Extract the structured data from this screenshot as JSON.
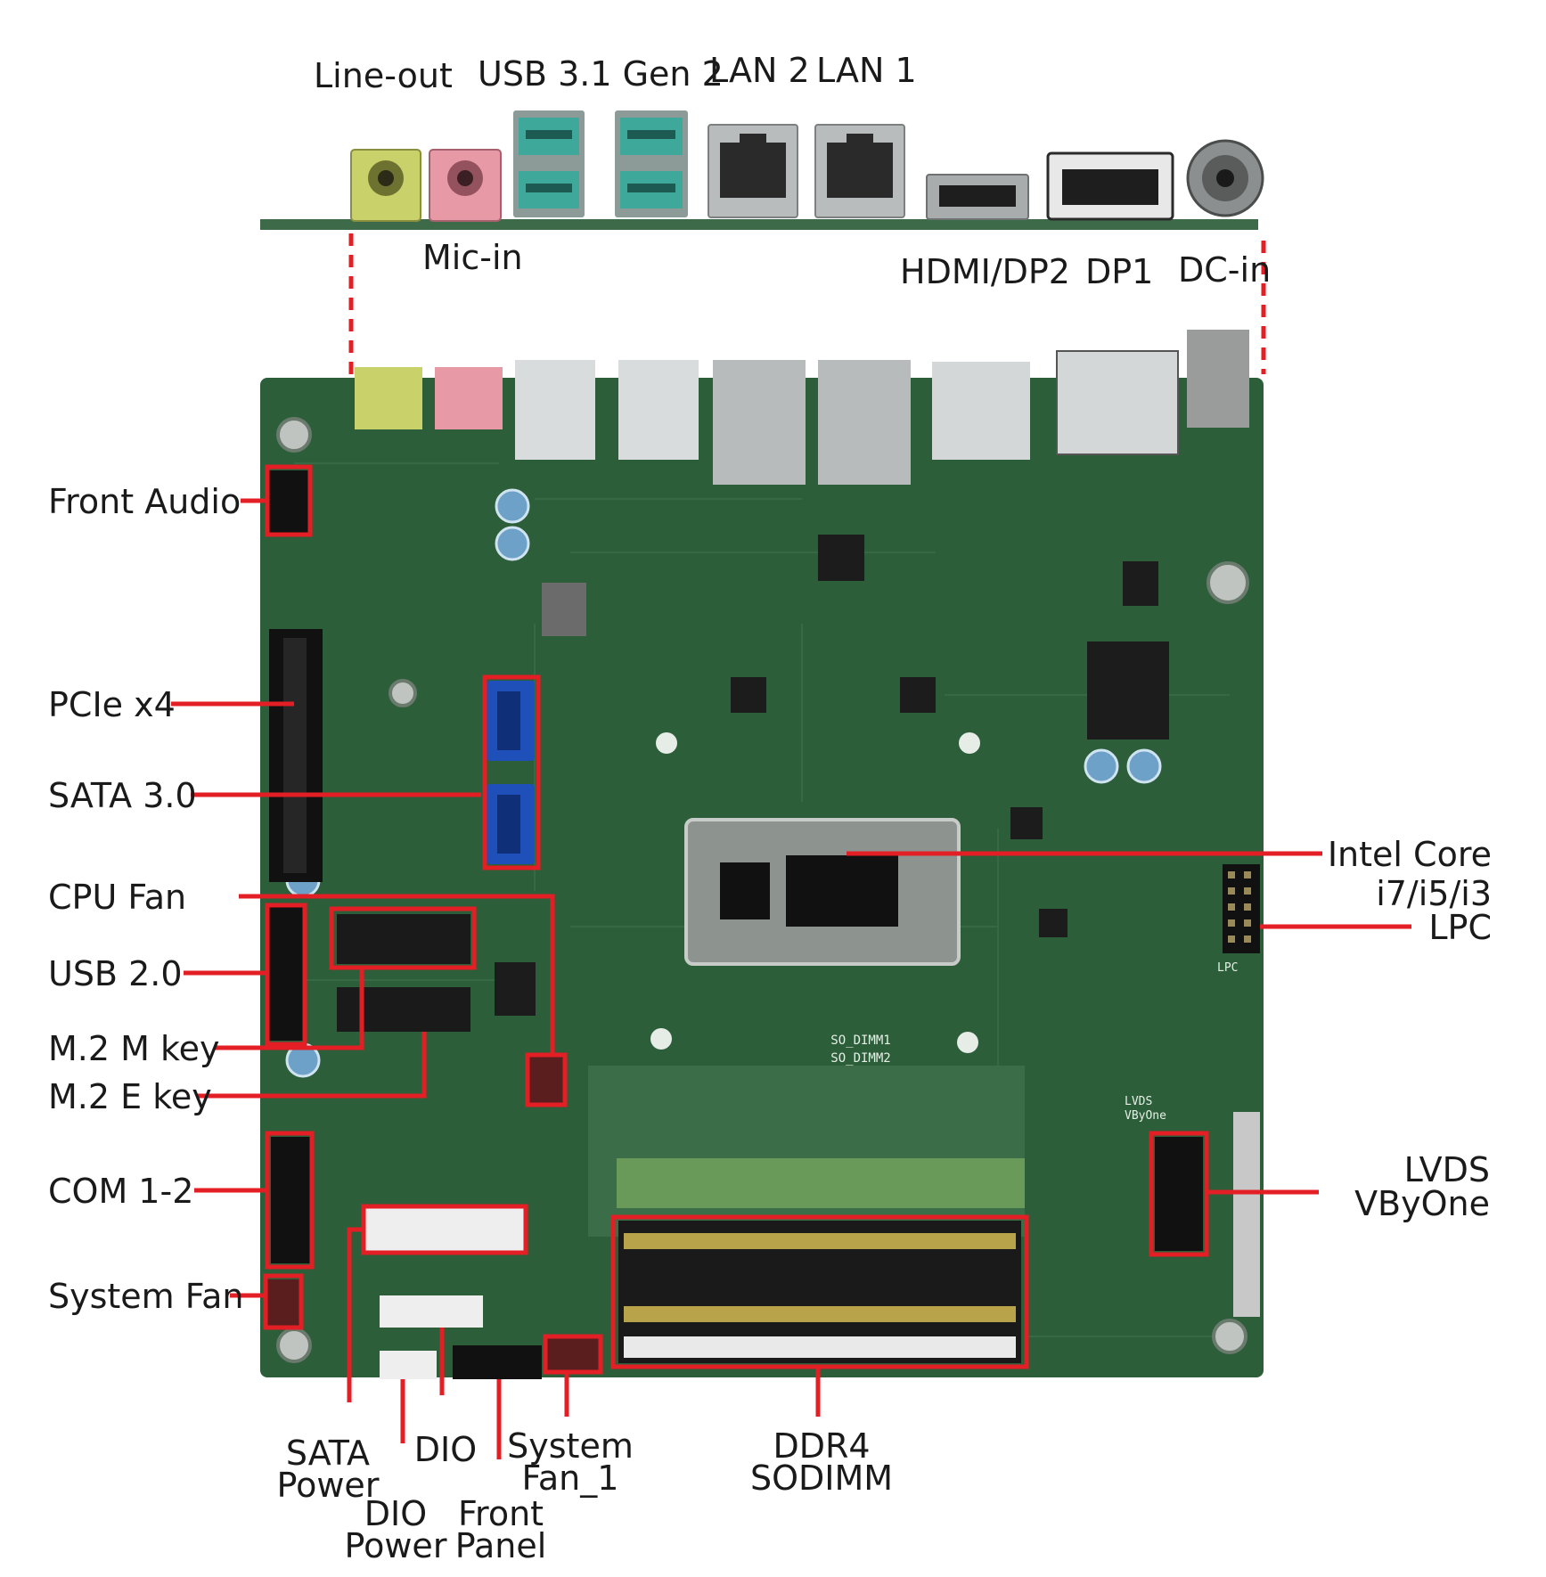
{
  "colors": {
    "accent": "#e31e24",
    "pcb": "#2c5e3a",
    "pcb_dark": "#1e4a2c",
    "audio_lineout": "#c9d26a",
    "audio_mic": "#e79aa6",
    "usb31": "#3ea89a",
    "sata_blue": "#1f4fb8"
  },
  "rear_io_labels": {
    "line_out": "Line-out",
    "usb31": "USB 3.1 Gen 2",
    "lan2": "LAN 2",
    "lan1": "LAN 1",
    "mic_in": "Mic-in",
    "hdmi_dp2": "HDMI/DP2",
    "dp1": "DP1",
    "dc_in": "DC-in"
  },
  "left_labels": {
    "front_audio": "Front Audio",
    "pcie_x4": "PCIe x4",
    "sata30": "SATA 3.0",
    "cpu_fan": "CPU Fan",
    "usb20": "USB 2.0",
    "m2_m_key": "M.2 M key",
    "m2_e_key": "M.2 E key",
    "com12": "COM 1-2",
    "system_fan": "System Fan"
  },
  "right_labels": {
    "cpu_line1": "Intel Core",
    "cpu_line2": "i7/i5/i3",
    "lpc": "LPC",
    "lvds_line1": "LVDS",
    "lvds_line2": "VByOne"
  },
  "bottom_labels": {
    "sata_power_line1": "SATA",
    "sata_power_line2": "Power",
    "dio": "DIO",
    "system_fan1_line1": "System",
    "system_fan1_line2": "Fan_1",
    "ddr4_line1": "DDR4",
    "ddr4_line2": "SODIMM",
    "dio_power_line1": "DIO",
    "dio_power_line2": "Power",
    "front_panel_line1": "Front",
    "front_panel_line2": "Panel"
  },
  "board_silkscreen": {
    "dimm_a": "SO_DIMM1",
    "dimm_b": "SO_DIMM2",
    "lvds_silk": "LVDS",
    "vbyone_silk": "VByOne",
    "lpc_silk": "LPC"
  }
}
